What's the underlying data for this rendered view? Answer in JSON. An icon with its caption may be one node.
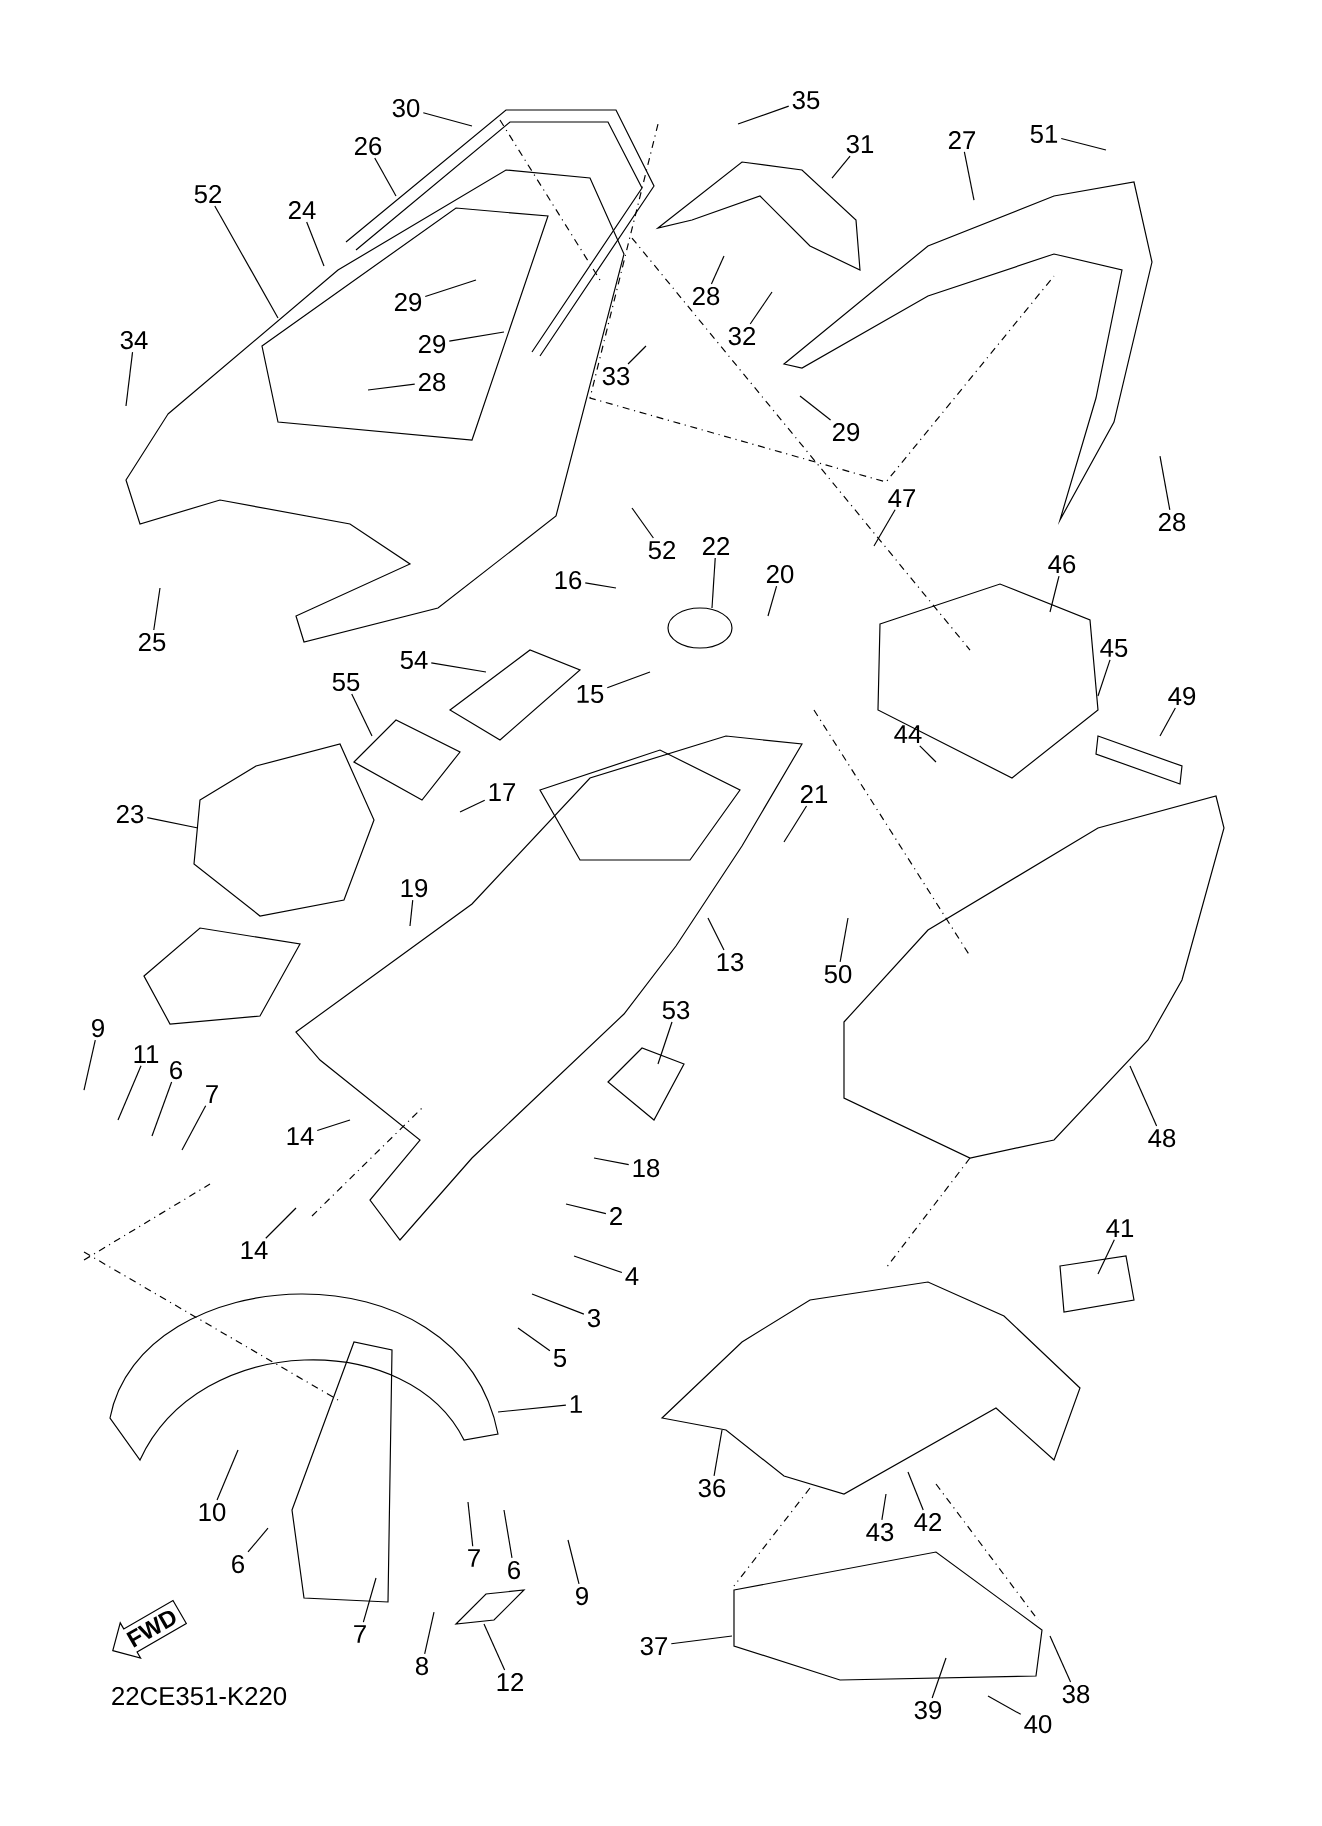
{
  "diagram": {
    "nodes": [
      {
        "text": [
          "30"
        ]
      },
      {
        "text": [
          "35"
        ]
      },
      {
        "text": [
          "27"
        ]
      },
      {
        "text": [
          "51"
        ]
      },
      {
        "text": [
          "26"
        ]
      },
      {
        "text": [
          "31"
        ]
      },
      {
        "text": [
          "52"
        ]
      },
      {
        "text": [
          "24"
        ]
      },
      {
        "text": [
          "28"
        ]
      },
      {
        "text": [
          "29"
        ]
      },
      {
        "text": [
          "32"
        ]
      },
      {
        "text": [
          "29"
        ]
      },
      {
        "text": [
          "34"
        ]
      },
      {
        "text": [
          "28"
        ]
      },
      {
        "text": [
          "33"
        ]
      },
      {
        "text": [
          "29"
        ]
      },
      {
        "text": [
          "47"
        ]
      },
      {
        "text": [
          "52"
        ]
      },
      {
        "text": [
          "28"
        ]
      },
      {
        "text": [
          "22"
        ]
      },
      {
        "text": [
          "46"
        ]
      },
      {
        "text": [
          "20"
        ]
      },
      {
        "text": [
          "16"
        ]
      },
      {
        "text": [
          "25"
        ]
      },
      {
        "text": [
          "54"
        ]
      },
      {
        "text": [
          "45"
        ]
      },
      {
        "text": [
          "15"
        ]
      },
      {
        "text": [
          "55"
        ]
      },
      {
        "text": [
          "49"
        ]
      },
      {
        "text": [
          "44"
        ]
      },
      {
        "text": [
          "17"
        ]
      },
      {
        "text": [
          "23"
        ]
      },
      {
        "text": [
          "21"
        ]
      },
      {
        "text": [
          "19"
        ]
      },
      {
        "text": [
          "13"
        ]
      },
      {
        "text": [
          "50"
        ]
      },
      {
        "text": [
          "53"
        ]
      },
      {
        "text": [
          "9"
        ]
      },
      {
        "text": [
          "11"
        ]
      },
      {
        "text": [
          "6"
        ]
      },
      {
        "text": [
          "7"
        ]
      },
      {
        "text": [
          "14"
        ]
      },
      {
        "text": [
          "48"
        ]
      },
      {
        "text": [
          "18"
        ]
      },
      {
        "text": [
          "14"
        ]
      },
      {
        "text": [
          "2"
        ]
      },
      {
        "text": [
          "41"
        ]
      },
      {
        "text": [
          "4"
        ]
      },
      {
        "text": [
          "3"
        ]
      },
      {
        "text": [
          "5"
        ]
      },
      {
        "text": [
          "1"
        ]
      },
      {
        "text": [
          "36"
        ]
      },
      {
        "text": [
          "10"
        ]
      },
      {
        "text": [
          "43"
        ]
      },
      {
        "text": [
          "42"
        ]
      },
      {
        "text": [
          "7"
        ]
      },
      {
        "text": [
          "6"
        ]
      },
      {
        "text": [
          "6"
        ]
      },
      {
        "text": [
          "9"
        ]
      },
      {
        "text": [
          "37"
        ]
      },
      {
        "text": [
          "7"
        ]
      },
      {
        "text": [
          "8"
        ]
      },
      {
        "text": [
          "38"
        ]
      },
      {
        "text": [
          "12"
        ]
      },
      {
        "text": [
          "39"
        ]
      },
      {
        "text": [
          "40"
        ]
      },
      {
        "text": [
          "FWD"
        ]
      }
    ],
    "edges": [
      {
        "from": 0,
        "to": null,
        "arrow": "none"
      },
      {
        "from": 1,
        "to": null,
        "arrow": "none"
      },
      {
        "from": 2,
        "to": null,
        "arrow": "none"
      },
      {
        "from": 3,
        "to": null,
        "arrow": "none"
      },
      {
        "from": 4,
        "to": null,
        "arrow": "none"
      },
      {
        "from": 5,
        "to": null,
        "arrow": "none"
      },
      {
        "from": 6,
        "to": null,
        "arrow": "none"
      },
      {
        "from": 7,
        "to": null,
        "arrow": "none"
      },
      {
        "from": 8,
        "to": null,
        "arrow": "none"
      },
      {
        "from": 9,
        "to": null,
        "arrow": "none"
      },
      {
        "from": 10,
        "to": null,
        "arrow": "none"
      },
      {
        "from": 11,
        "to": null,
        "arrow": "none"
      },
      {
        "from": 12,
        "to": null,
        "arrow": "none"
      },
      {
        "from": 13,
        "to": null,
        "arrow": "none"
      },
      {
        "from": 14,
        "to": null,
        "arrow": "none"
      },
      {
        "from": 15,
        "to": null,
        "arrow": "none"
      },
      {
        "from": 16,
        "to": null,
        "arrow": "none"
      },
      {
        "from": 17,
        "to": null,
        "arrow": "none"
      },
      {
        "from": 18,
        "to": null,
        "arrow": "none"
      },
      {
        "from": 19,
        "to": null,
        "arrow": "none"
      },
      {
        "from": 20,
        "to": null,
        "arrow": "none"
      },
      {
        "from": 21,
        "to": null,
        "arrow": "none"
      },
      {
        "from": 22,
        "to": null,
        "arrow": "none"
      },
      {
        "from": 23,
        "to": null,
        "arrow": "none"
      },
      {
        "from": 24,
        "to": null,
        "arrow": "none"
      },
      {
        "from": 25,
        "to": null,
        "arrow": "none"
      },
      {
        "from": 26,
        "to": null,
        "arrow": "none"
      },
      {
        "from": 27,
        "to": null,
        "arrow": "none"
      },
      {
        "from": 28,
        "to": null,
        "arrow": "none"
      },
      {
        "from": 29,
        "to": null,
        "arrow": "none"
      },
      {
        "from": 30,
        "to": null,
        "arrow": "none"
      },
      {
        "from": 31,
        "to": null,
        "arrow": "none"
      },
      {
        "from": 32,
        "to": null,
        "arrow": "none"
      },
      {
        "from": 33,
        "to": null,
        "arrow": "none"
      },
      {
        "from": 34,
        "to": null,
        "arrow": "none"
      },
      {
        "from": 35,
        "to": null,
        "arrow": "none"
      },
      {
        "from": 36,
        "to": null,
        "arrow": "none"
      },
      {
        "from": 37,
        "to": null,
        "arrow": "none"
      },
      {
        "from": 38,
        "to": null,
        "arrow": "none"
      },
      {
        "from": 39,
        "to": null,
        "arrow": "none"
      },
      {
        "from": 40,
        "to": null,
        "arrow": "none"
      },
      {
        "from": 41,
        "to": null,
        "arrow": "none"
      },
      {
        "from": 42,
        "to": null,
        "arrow": "none"
      },
      {
        "from": 43,
        "to": null,
        "arrow": "none"
      },
      {
        "from": 44,
        "to": null,
        "arrow": "none"
      },
      {
        "from": 45,
        "to": null,
        "arrow": "none"
      },
      {
        "from": 46,
        "to": null,
        "arrow": "none"
      },
      {
        "from": 47,
        "to": null,
        "arrow": "none"
      },
      {
        "from": 48,
        "to": null,
        "arrow": "none"
      },
      {
        "from": 49,
        "to": null,
        "arrow": "none"
      },
      {
        "from": 50,
        "to": null,
        "arrow": "none"
      },
      {
        "from": 51,
        "to": null,
        "arrow": "none"
      },
      {
        "from": 52,
        "to": null,
        "arrow": "none"
      },
      {
        "from": 53,
        "to": null,
        "arrow": "none"
      },
      {
        "from": 54,
        "to": null,
        "arrow": "none"
      },
      {
        "from": 55,
        "to": null,
        "arrow": "none"
      },
      {
        "from": 56,
        "to": null,
        "arrow": "none"
      },
      {
        "from": 57,
        "to": null,
        "arrow": "none"
      },
      {
        "from": 58,
        "to": null,
        "arrow": "none"
      },
      {
        "from": 59,
        "to": null,
        "arrow": "none"
      },
      {
        "from": 60,
        "to": null,
        "arrow": "none"
      },
      {
        "from": 61,
        "to": null,
        "arrow": "none"
      },
      {
        "from": 62,
        "to": null,
        "arrow": "none"
      },
      {
        "from": 63,
        "to": null,
        "arrow": "none"
      },
      {
        "from": 64,
        "to": null,
        "arrow": "none"
      },
      {
        "from": 65,
        "to": null,
        "arrow": "none"
      }
    ],
    "labels": [
      "22CE351-K220"
    ]
  }
}
